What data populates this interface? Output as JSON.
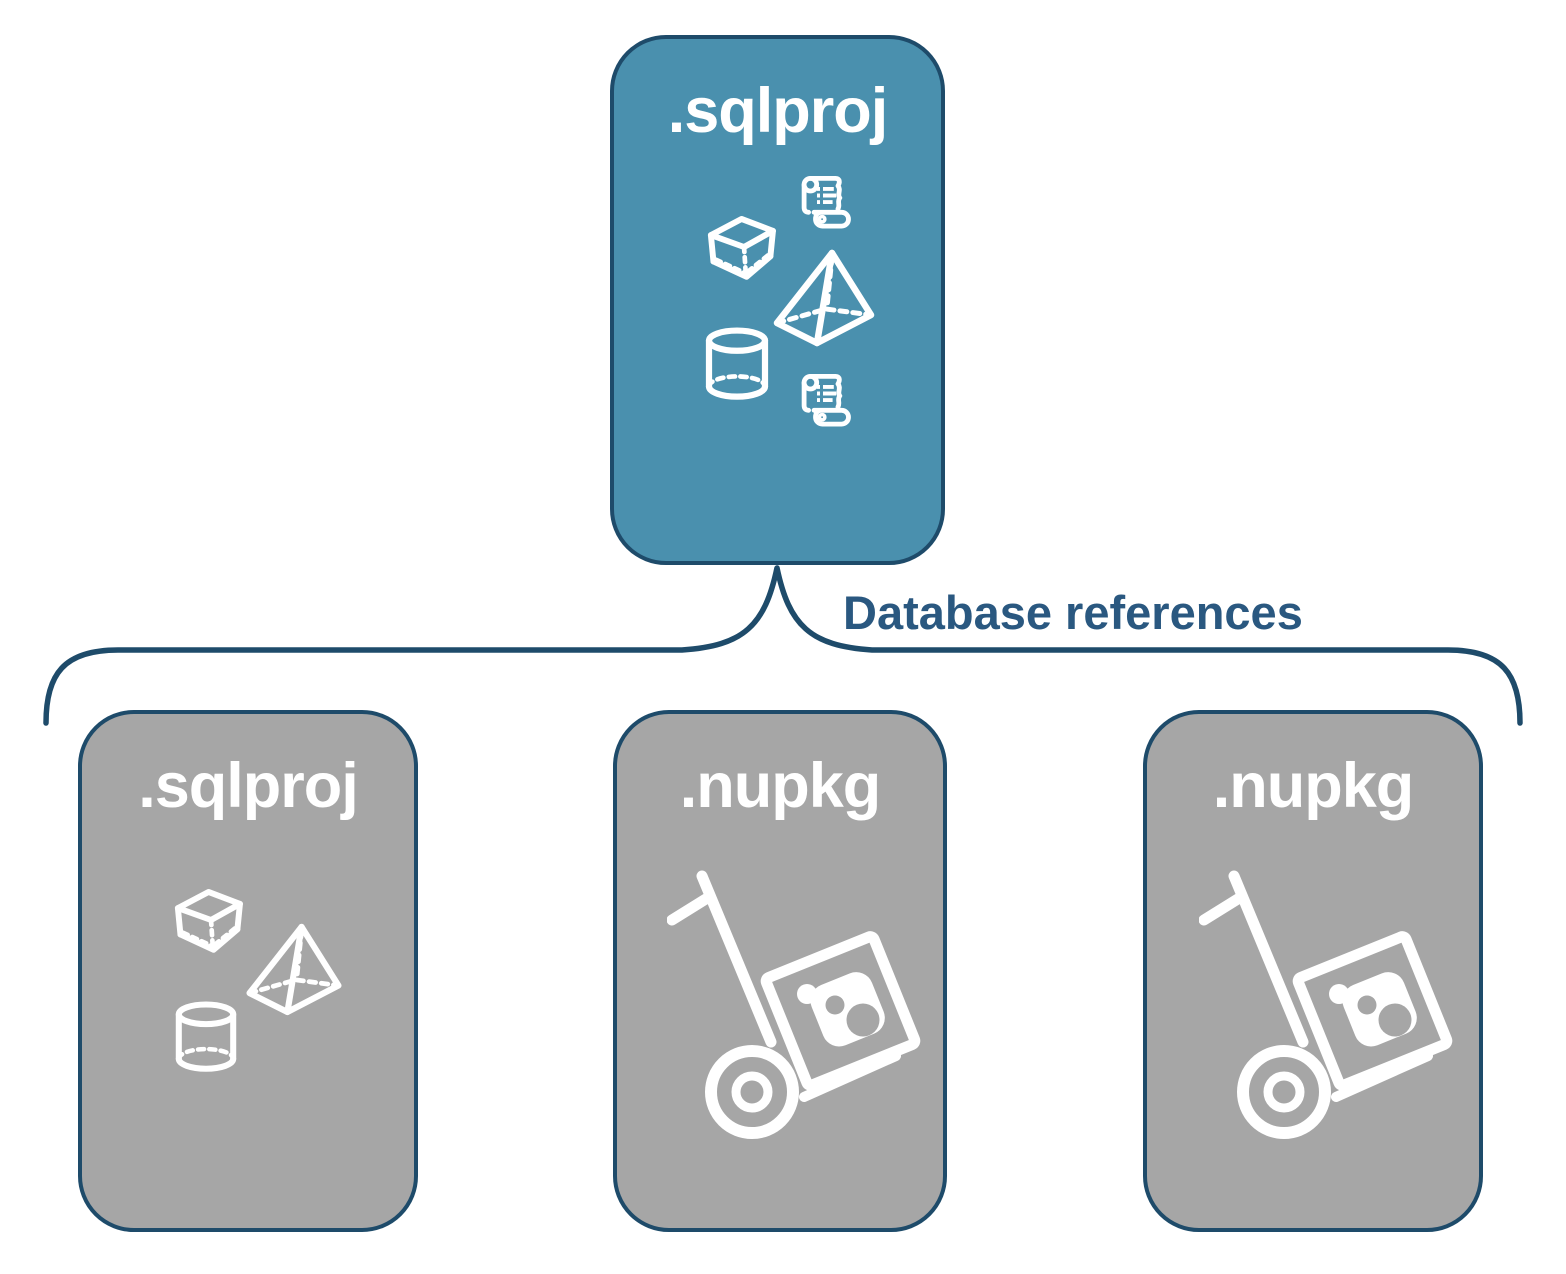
{
  "connector": {
    "label": "Database references"
  },
  "nodes": [
    {
      "id": "root-sqlproj",
      "label": ".sqlproj",
      "variant": "primary",
      "icons": [
        "cube-icon",
        "scroll-icon",
        "pyramid-icon",
        "cylinder-icon",
        "scroll-icon"
      ]
    },
    {
      "id": "ref-sqlproj",
      "label": ".sqlproj",
      "variant": "reference",
      "icons": [
        "cube-icon",
        "pyramid-icon",
        "cylinder-icon"
      ]
    },
    {
      "id": "ref-nupkg-1",
      "label": ".nupkg",
      "variant": "reference",
      "icons": [
        "hand-truck-package-icon"
      ]
    },
    {
      "id": "ref-nupkg-2",
      "label": ".nupkg",
      "variant": "reference",
      "icons": [
        "hand-truck-package-icon"
      ]
    }
  ],
  "colors": {
    "root_fill": "#4a90ae",
    "reference_fill": "#a6a6a6",
    "outline": "#1e4b6a",
    "connector_label_text": "#2a5880",
    "icon_stroke": "#ffffff",
    "node_label_text": "#ffffff",
    "background": "#ffffff"
  }
}
